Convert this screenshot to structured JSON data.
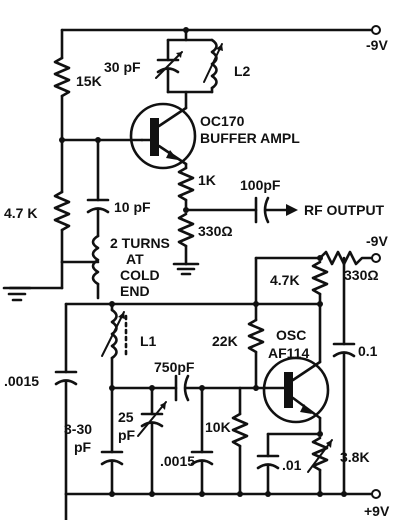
{
  "supply": {
    "top": "-9V",
    "osc_neg": "-9V",
    "bottom": "+9V"
  },
  "buffer": {
    "transistor": "OC170",
    "function": "BUFFER AMPL",
    "r_base_upper": "15K",
    "r_base_lower": "4.7 K",
    "c_base": "10 pF",
    "c_tank": "30 pF",
    "l_tank": "L2",
    "r_emitter_1": "1K",
    "r_emitter_2": "330Ω",
    "c_output": "100pF",
    "output_label": "RF OUTPUT",
    "coupling_note": [
      "2 TURNS",
      "AT",
      "COLD",
      "END"
    ]
  },
  "oscillator": {
    "transistor_type": "OSC",
    "transistor": "AF114",
    "r_collector": "4.7K",
    "r_decouple": "330Ω",
    "r_base_upper": "22K",
    "r_base_lower": "10K",
    "r_emitter": "3.8K",
    "c_decouple": "0.1",
    "c_emitter": ".01",
    "c_series": "750pF",
    "c_trim": "25",
    "c_trim_unit": "pF",
    "c_shunt": ".0015",
    "c_left": ".0015",
    "c_var_low": "3-30",
    "c_var_low_unit": "pF",
    "inductor": "L1"
  }
}
